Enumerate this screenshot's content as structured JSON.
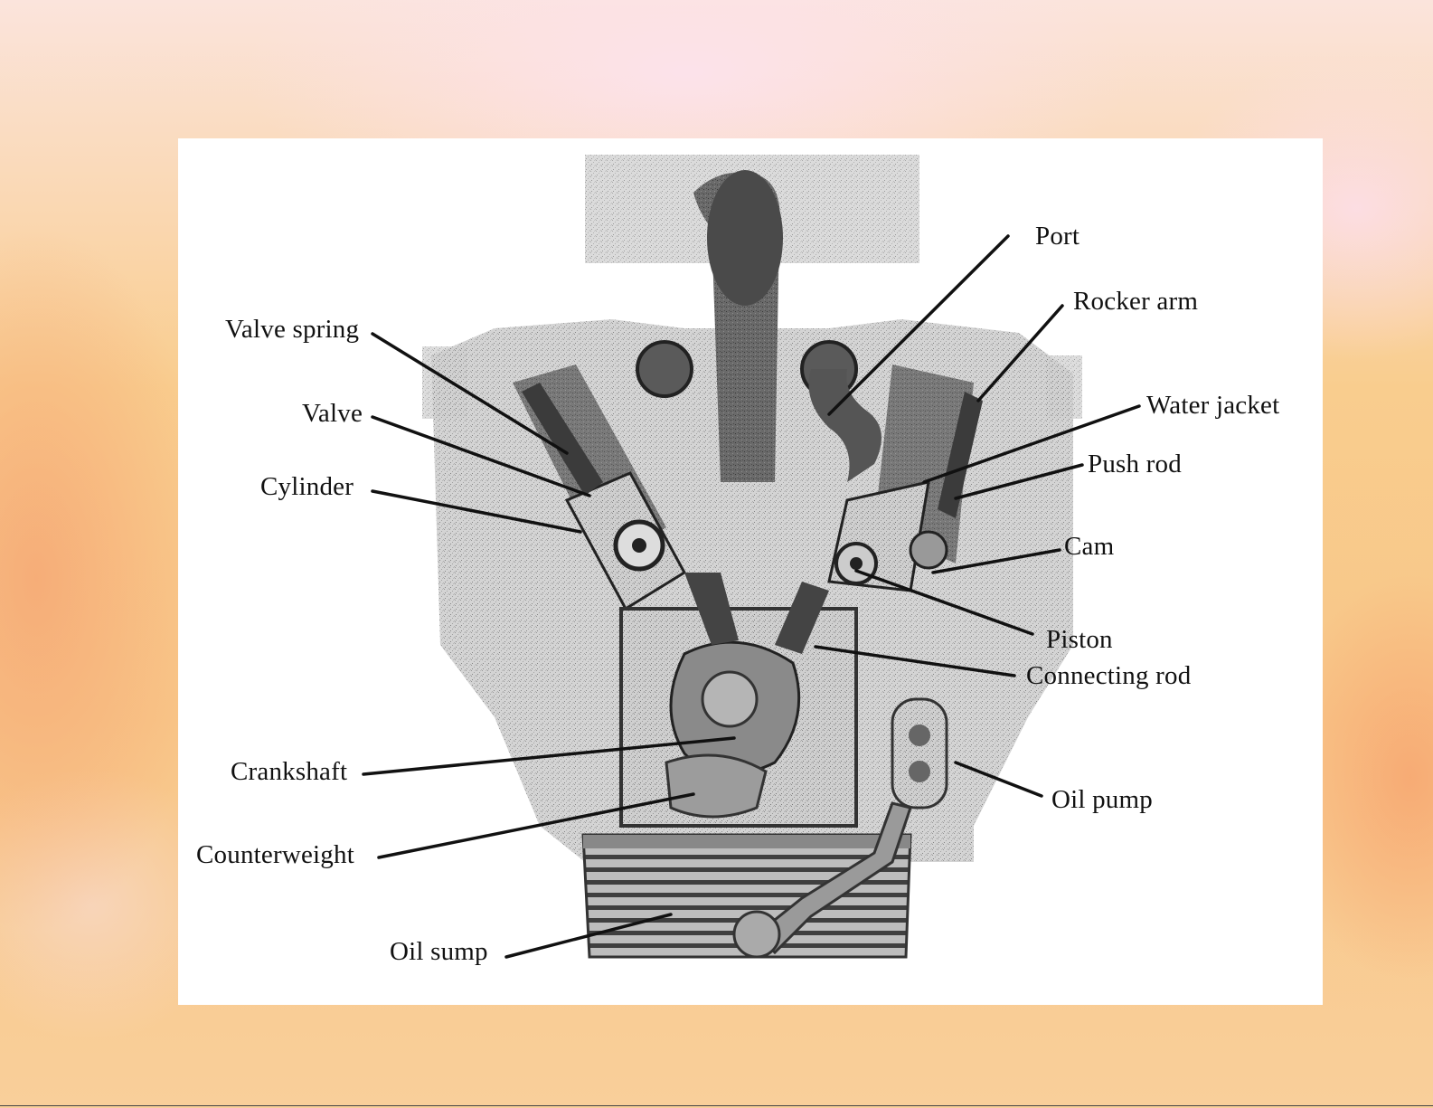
{
  "labels": {
    "valve_spring": "Valve spring",
    "valve": "Valve",
    "cylinder": "Cylinder",
    "crankshaft": "Crankshaft",
    "counterweight": "Counterweight",
    "oil_sump": "Oil sump",
    "port": "Port",
    "rocker_arm": "Rocker arm",
    "water_jacket": "Water jacket",
    "push_rod": "Push rod",
    "cam": "Cam",
    "piston": "Piston",
    "connecting_rod": "Connecting rod",
    "oil_pump": "Oil pump"
  }
}
